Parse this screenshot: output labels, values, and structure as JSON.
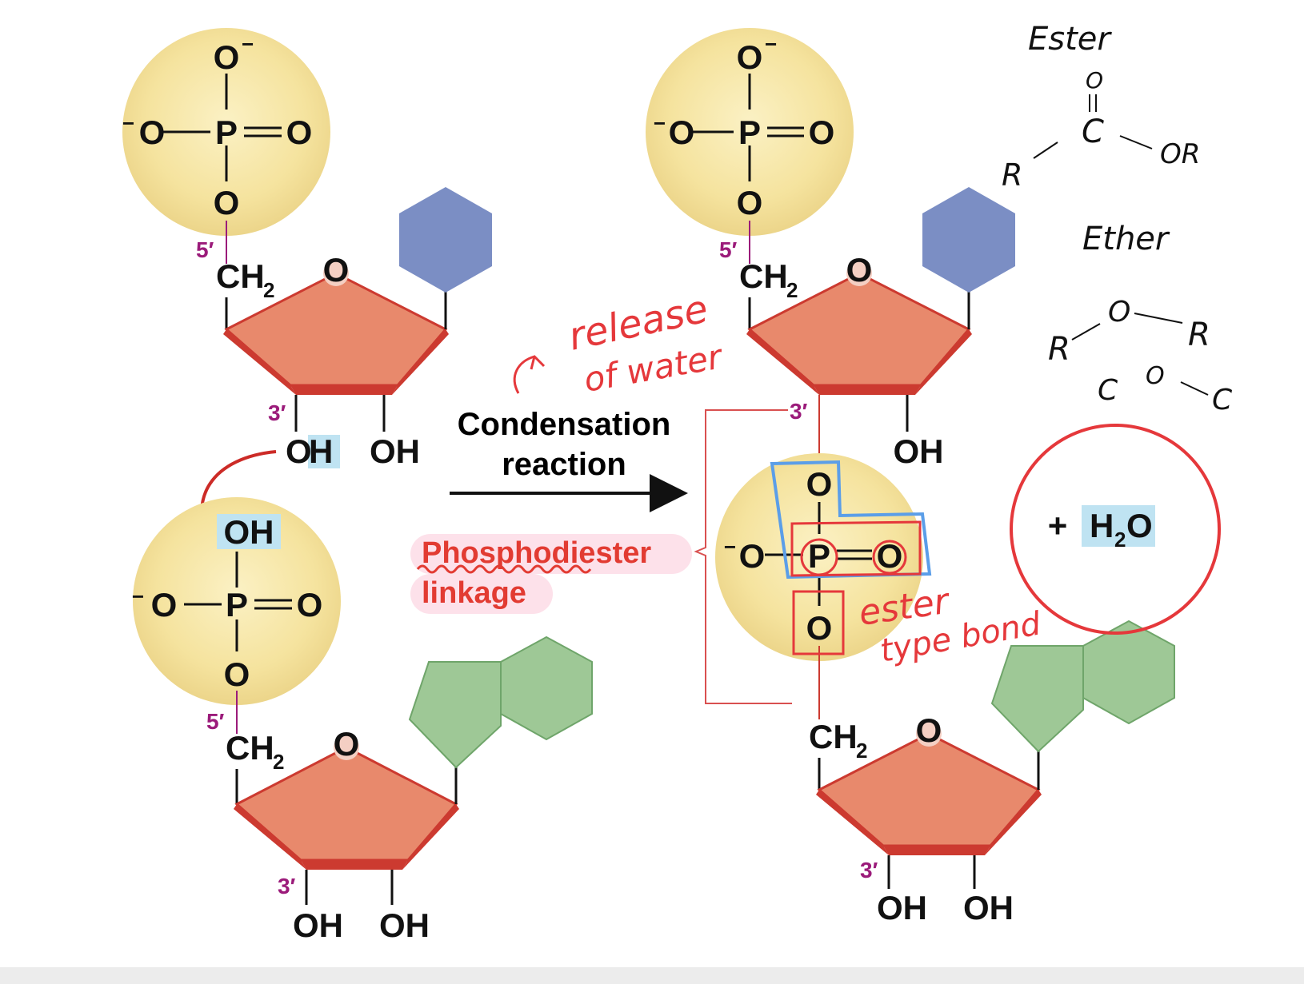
{
  "colors": {
    "phosphate": "#f6e7a4",
    "sugar": "#e8896c",
    "sugar_edge": "#cc3a30",
    "purine": "#9ec896",
    "pyrimidine": "#7b8ec4",
    "highlight": "#bfe3f2",
    "label_red": "#e23b32",
    "label_pink": "#fde1ea",
    "annotation_red": "#e5383b",
    "annotation_blue": "#5b9ee8",
    "prime": "#9b1b7a"
  },
  "icons": [
    "phosphate-circle",
    "ribose-pentagon",
    "pyrimidine-hexagon",
    "purine-double-ring",
    "reaction-arrow",
    "curved-arrow"
  ],
  "atoms": {
    "o": "O",
    "o_minus": "O",
    "minus": "−",
    "p": "P",
    "ch": "CH",
    "two": "2",
    "oh": "OH",
    "h": "H",
    "plus": "+",
    "five_prime": "5′",
    "three_prime": "3′"
  },
  "reaction": {
    "line1": "Condensation",
    "line2": "reaction"
  },
  "linkage": {
    "line1": "Phosphodiester",
    "line2": "linkage"
  },
  "water": {
    "plus": "+",
    "h": "H",
    "sub": "2",
    "o": "O"
  },
  "notes": {
    "release": "release",
    "of_water": "of water",
    "ester_type": "ester",
    "bond": "type bond",
    "ester_title": "Ester",
    "ester_o": "O",
    "ester_c": "C",
    "ester_r": "R",
    "ester_or": "OR",
    "ether_title": "Ether",
    "ether_r1": "R",
    "ether_o": "O",
    "ether_r2": "R",
    "ether_c1": "C",
    "ether_o2": "O",
    "ether_c2": "C"
  }
}
